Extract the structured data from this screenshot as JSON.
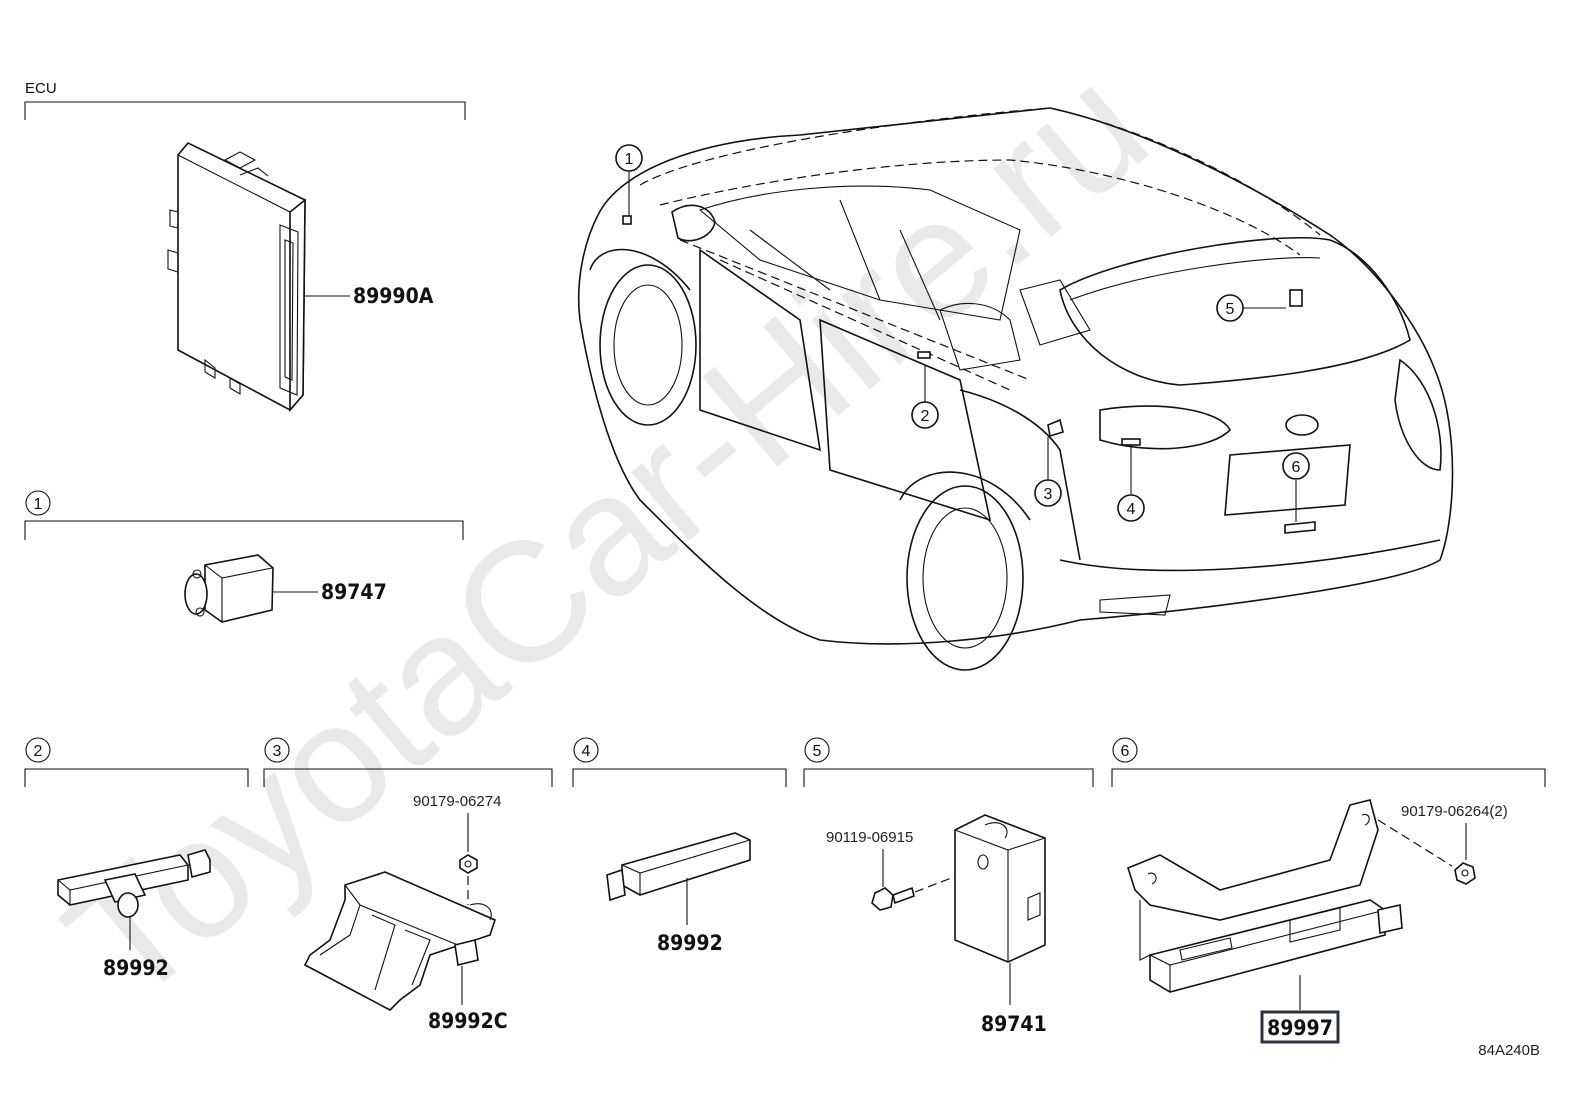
{
  "watermark": "ToyotaCar-Hire.ru",
  "ecu_section": {
    "title": "ECU",
    "part": "89990A"
  },
  "sections": [
    {
      "num": "1",
      "parts": [
        "89747"
      ]
    },
    {
      "num": "2",
      "parts": [
        "89992"
      ]
    },
    {
      "num": "3",
      "parts": [
        "90179-06274",
        "89992C"
      ]
    },
    {
      "num": "4",
      "parts": [
        "89992"
      ]
    },
    {
      "num": "5",
      "parts": [
        "90119-06915",
        "89741"
      ]
    },
    {
      "num": "6",
      "parts": [
        "90179-06264(2)",
        "89997"
      ]
    }
  ],
  "vehicle_callouts": [
    "1",
    "2",
    "3",
    "4",
    "5",
    "6"
  ],
  "highlighted_part": "89997",
  "diagram_code": "84A240B"
}
